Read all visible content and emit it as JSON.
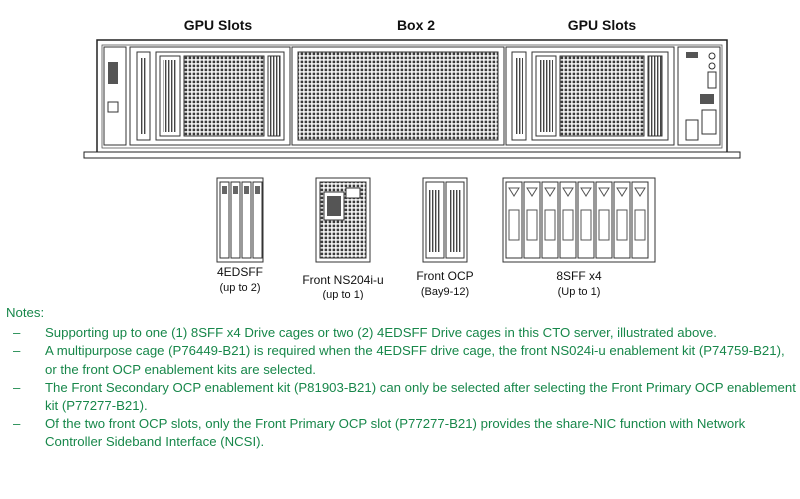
{
  "diagram": {
    "box_labels": {
      "left": "GPU Slots",
      "center": "Box 2",
      "right": "GPU Slots"
    },
    "cages": [
      {
        "name": "4EDSFF",
        "qty": "(up to 2)"
      },
      {
        "name": "Front NS204i-u",
        "qty": "(up to 1)"
      },
      {
        "name": "Front OCP",
        "qty": "(Bay9-12)"
      },
      {
        "name": "8SFF x4",
        "qty": "(Up to 1)"
      }
    ]
  },
  "notes": {
    "title": "Notes:",
    "dash": "–",
    "items": [
      "Supporting up to one (1) 8SFF x4 Drive cages or two (2) 4EDSFF Drive cages in this CTO server, illustrated above.",
      "A multipurpose cage (P76449-B21) is required when the 4EDSFF drive cage, the front NS024i-u enablement kit (P74759-B21), or the front OCP enablement kits are selected.",
      "The Front Secondary OCP enablement kit (P81903-B21) can only be selected after selecting the Front Primary OCP enablement kit (P77277-B21).",
      "Of the two front OCP slots, only the Front Primary OCP slot (P77277-B21) provides the share-NIC function with Network Controller Sideband Interface (NCSI)."
    ]
  }
}
